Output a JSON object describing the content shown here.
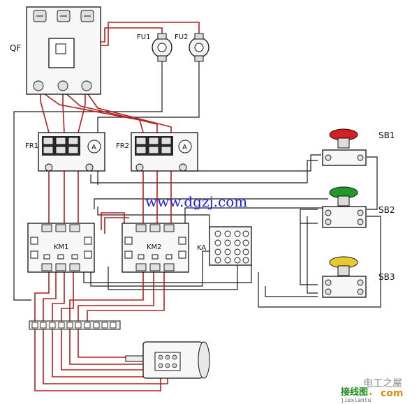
{
  "labels": {
    "qf": "QF",
    "fu1": "FU1",
    "fu2": "FU2",
    "fr1": "FR1",
    "fr2": "FR2",
    "km1": "KM1",
    "km2": "KM2",
    "ka": "KA",
    "sb1": "SB1",
    "sb2": "SB2",
    "sb3": "SB3",
    "ammeter_symbol": "A"
  },
  "watermark": "www.dgzj.com",
  "logo": {
    "cn_text": "电工之屋",
    "green_text": "接线图",
    "dot": ".",
    "com": "com",
    "url": "jiexiantu"
  },
  "colors": {
    "wire_red": "#b51f1f",
    "wire_black": "#1a1a1a",
    "stop_button": "#d42020",
    "start_button": "#1f9a2a",
    "third_button": "#e8c830",
    "watermark": "#1a1aff"
  }
}
